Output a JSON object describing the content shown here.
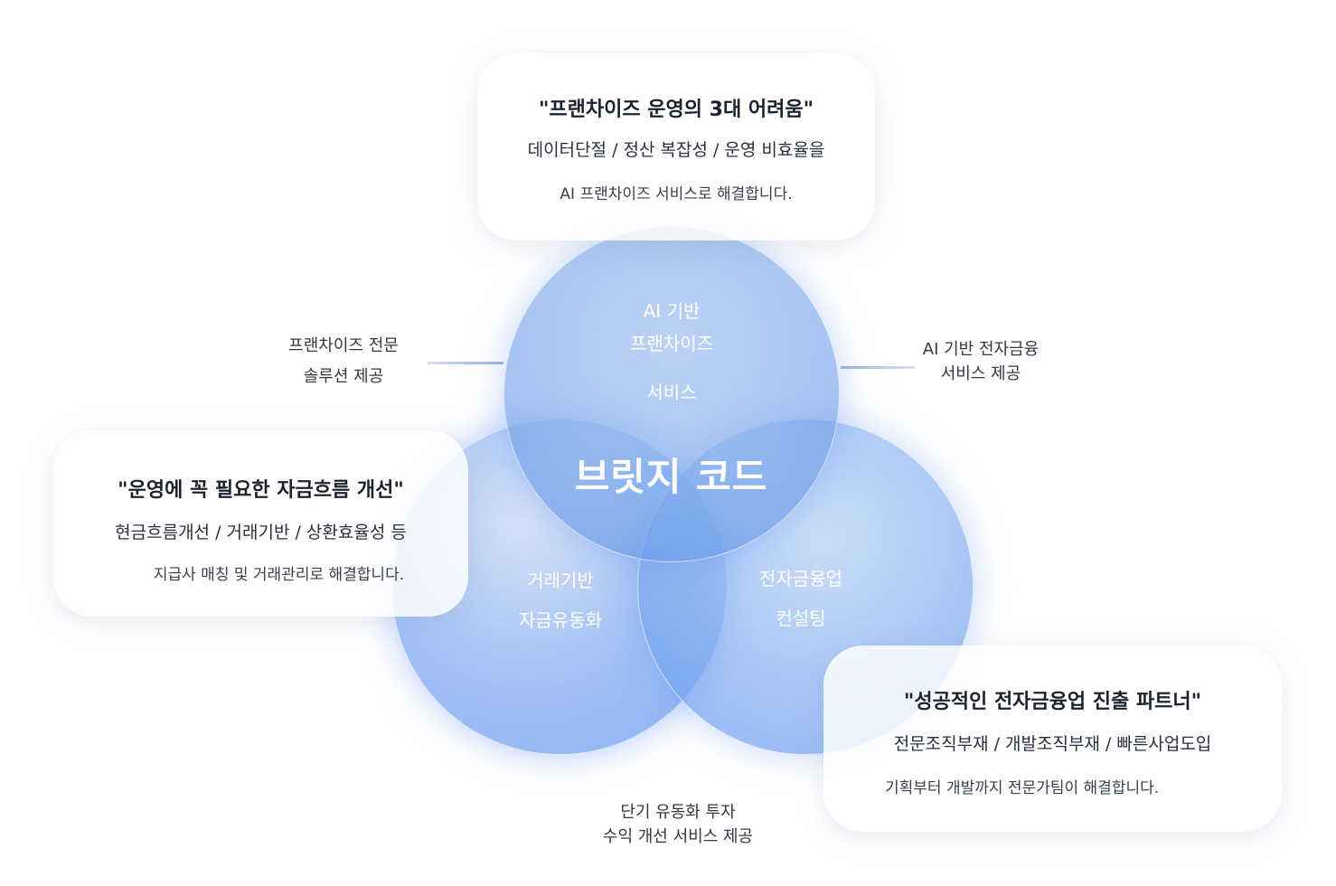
{
  "center": {
    "title": "브릿지 코드"
  },
  "circles": {
    "top": {
      "line1": "AI 기반",
      "line2": "프랜차이즈",
      "line3": "서비스"
    },
    "left": {
      "line1": "거래기반",
      "line2": "자금유동화"
    },
    "right": {
      "line1": "전자금융업",
      "line2": "컨설팅"
    }
  },
  "cards": {
    "top": {
      "title": "\"프랜차이즈 운영의 3대 어려움\"",
      "sub": "데이터단절 / 정산 복잡성 / 운영 비효율을",
      "desc": "AI 프랜차이즈 서비스로 해결합니다."
    },
    "left": {
      "title": "\"운영에 꼭 필요한 자금흐름 개선\"",
      "sub": "현금흐름개선 / 거래기반 / 상환효율성 등",
      "desc": "지급사 매칭 및 거래관리로 해결합니다."
    },
    "right": {
      "title": "\"성공적인 전자금융업 진출 파트너\"",
      "sub": "전문조직부재 / 개발조직부재 / 빠른사업도입",
      "desc": "기획부터 개발까지 전문가팀이 해결합니다."
    }
  },
  "labels": {
    "left": {
      "line1": "프랜차이즈 전문",
      "line2": "솔루션 제공"
    },
    "right": {
      "line1": "AI 기반 전자금융",
      "line2": "서비스 제공"
    },
    "bottom": {
      "line1": "단기 유동화 투자",
      "line2": "수익 개선 서비스 제공"
    }
  }
}
